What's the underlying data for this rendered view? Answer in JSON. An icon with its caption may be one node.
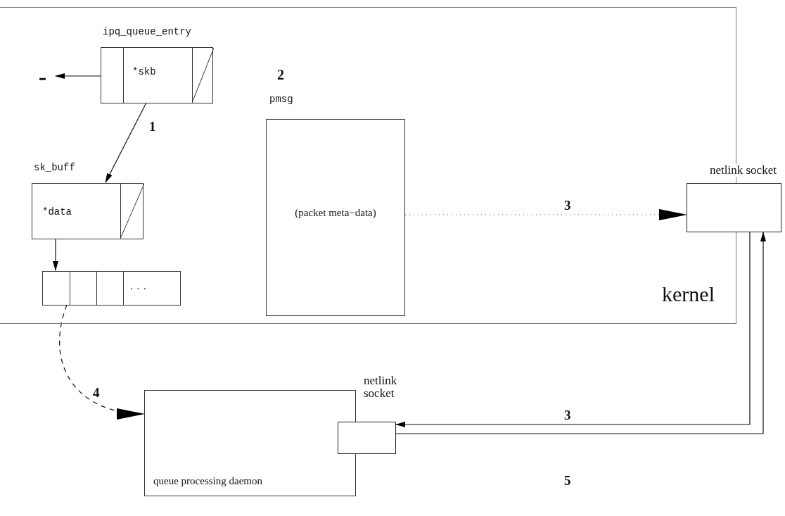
{
  "diagram": {
    "nodes": [
      {
        "text": [
          "kernel"
        ]
      },
      {
        "text": [
          "ipq_queue_entry",
          "*skb"
        ],
        "in": 0
      },
      {
        "text": [
          "..."
        ],
        "in": 0
      },
      {
        "text": [
          "sk_buff",
          "*data"
        ],
        "in": 0
      },
      {
        "text": [
          ". . ."
        ],
        "in": 0
      },
      {
        "text": [
          "pmsg",
          "(packet meta−data)"
        ],
        "beside": [
          "2"
        ],
        "in": 0
      },
      {
        "text": [
          "netlink socket"
        ]
      },
      {
        "text": [
          "queue processing daemon"
        ]
      },
      {
        "text": [
          "netlink socket"
        ]
      }
    ],
    "edges": [
      {
        "from": 1,
        "to": 2,
        "arrow": "to"
      },
      {
        "from": 1,
        "to": 3,
        "arrow": "to",
        "label": "1"
      },
      {
        "from": 3,
        "to": 4,
        "arrow": "to"
      },
      {
        "from": 5,
        "to": 6,
        "arrow": "to",
        "label": "3",
        "style": "dashed"
      },
      {
        "from": 4,
        "to": 7,
        "arrow": "to",
        "label": "4",
        "style": "dashed"
      },
      {
        "from": 6,
        "to": 8,
        "arrow": "to",
        "label": "3"
      },
      {
        "from": 8,
        "to": 6,
        "arrow": "to",
        "label": "5"
      }
    ]
  }
}
